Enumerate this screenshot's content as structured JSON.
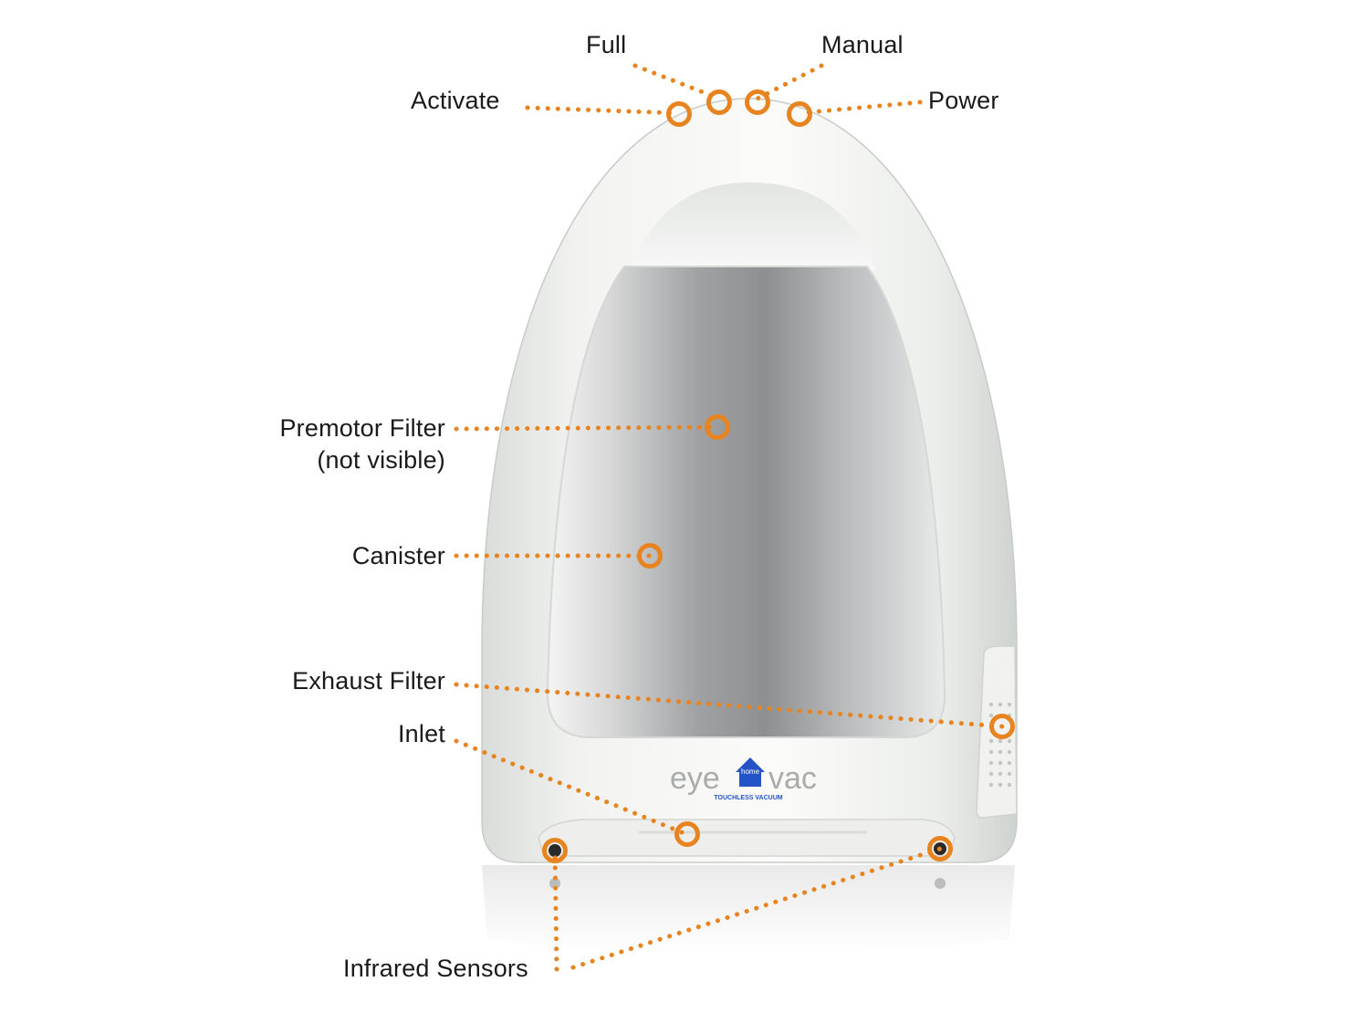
{
  "accent_color": "#e8841f",
  "product": {
    "logo_left": "eye",
    "logo_right": "vac",
    "logo_house_text": "home",
    "logo_tagline": "TOUCHLESS VACUUM"
  },
  "callouts": {
    "full": "Full",
    "manual": "Manual",
    "activate": "Activate",
    "power": "Power",
    "premotor_filter_line1": "Premotor Filter",
    "premotor_filter_line2": "(not visible)",
    "canister": "Canister",
    "exhaust_filter": "Exhaust Filter",
    "inlet": "Inlet",
    "infrared_sensors": "Infrared Sensors"
  }
}
